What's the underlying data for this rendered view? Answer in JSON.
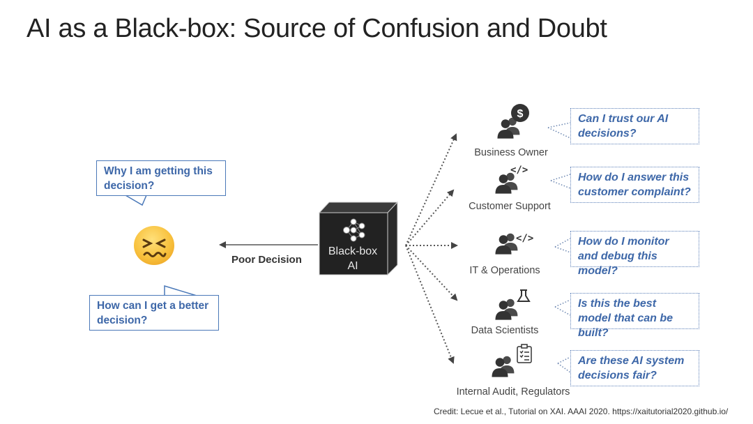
{
  "title": "AI as a Black-box: Source of Confusion and Doubt",
  "user_side": {
    "bubble_top": "Why I am getting this decision?",
    "bubble_bottom": "How can I get a better decision?",
    "emoji": "confounded-face",
    "arrow_label": "Poor Decision"
  },
  "black_box": {
    "line1": "Black-box",
    "line2": "AI",
    "icon": "neural-network-icon"
  },
  "stakeholders": [
    {
      "role": "Business Owner",
      "icon": "dollar-icon",
      "question": "Can I trust our AI decisions?"
    },
    {
      "role": "Customer Support",
      "icon": "code-icon",
      "question": "How do I answer this customer complaint?"
    },
    {
      "role": "IT & Operations",
      "icon": "code-icon",
      "question": "How do I monitor and debug this model?"
    },
    {
      "role": "Data Scientists",
      "icon": "flask-icon",
      "question": "Is this the best model that can be built?"
    },
    {
      "role": "Internal Audit, Regulators",
      "icon": "clipboard-icon",
      "question": "Are these AI system decisions fair?"
    }
  ],
  "credit": "Credit: Lecue et al., Tutorial on XAI. AAAI 2020. https://xaitutorial2020.github.io/",
  "colors": {
    "accent": "#3d67a8",
    "box": "#222222",
    "arrow": "#555555"
  }
}
